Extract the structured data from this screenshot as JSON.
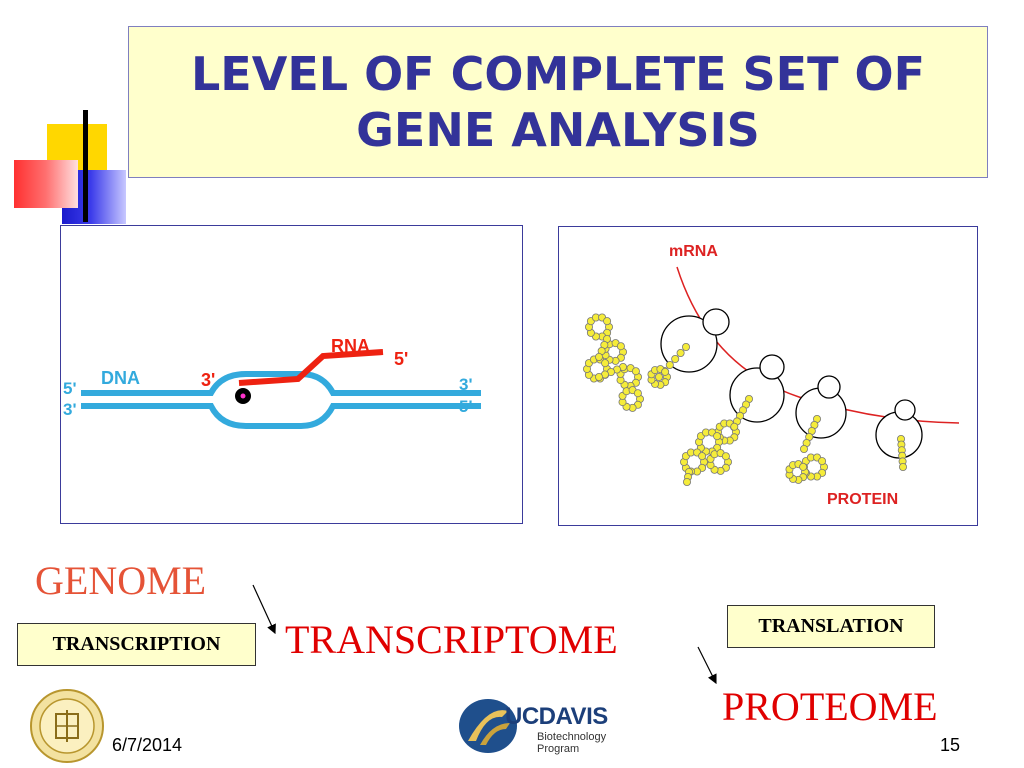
{
  "slide": {
    "title": "LEVEL OF COMPLETE SET OF\nGENE ANALYSIS",
    "date": "6/7/2014",
    "page_number": "15"
  },
  "dna_diagram": {
    "dna_label": "DNA",
    "rna_label": "RNA",
    "left_top_strand": "5'",
    "left_bottom_strand": "3'",
    "right_top_strand": "3'",
    "right_bottom_strand": "5'",
    "rna_three_prime": "3'",
    "rna_five_prime": "5'"
  },
  "translation_diagram": {
    "mrna_label": "mRNA",
    "protein_label": "PROTEIN"
  },
  "levels": {
    "genome": "GENOME",
    "transcriptome": "TRANSCRIPTOME",
    "proteome": "PROTEOME",
    "transcription": "TRANSCRIPTION",
    "translation": "TRANSLATION"
  },
  "logo": {
    "brand_uc": "UC",
    "brand_davis": "DAVIS",
    "sub_line1": "Biotechnology",
    "sub_line2": "Program"
  },
  "colors": {
    "title_text": "#333399",
    "title_bg": "#ffffcc",
    "dna_strand": "#33aadd",
    "rna_strand": "#ee2211",
    "label_red": "#e00000",
    "bead_yellow": "#f5ec3a"
  }
}
